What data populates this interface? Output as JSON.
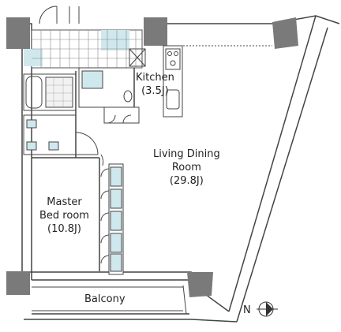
{
  "rooms": {
    "kitchen": {
      "name": "Kitchen",
      "area": "(3.5J)"
    },
    "living": {
      "name_line1": "Living Dining",
      "name_line2": "Room",
      "area": "(29.8J)"
    },
    "master": {
      "name_line1": "Master",
      "name_line2": "Bed room",
      "area": "(10.8J)"
    },
    "balcony": {
      "name": "Balcony"
    }
  },
  "compass": {
    "label": "N"
  },
  "colors": {
    "wall": "#555555",
    "column": "#7a7a7a",
    "wet_area": "#cfe8ee",
    "line": "#333333"
  }
}
